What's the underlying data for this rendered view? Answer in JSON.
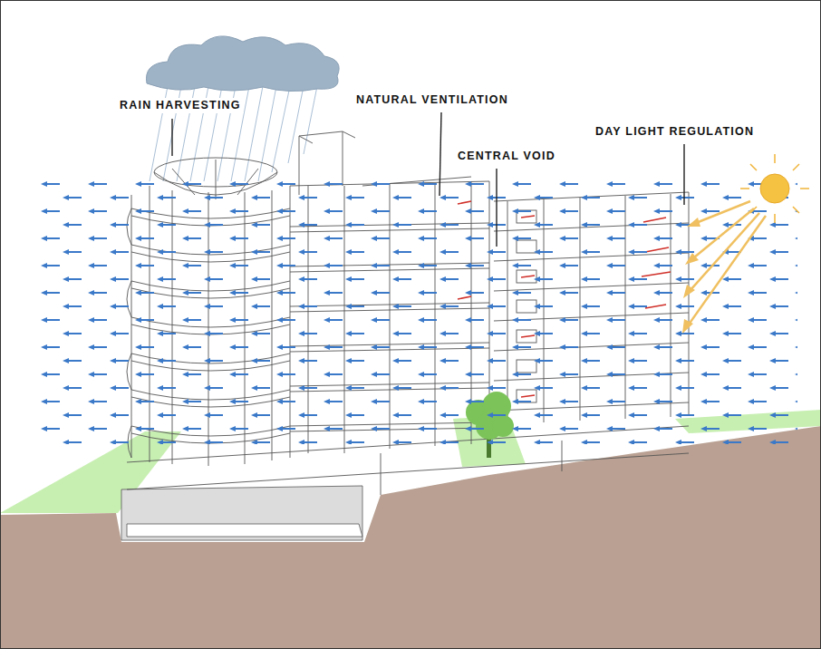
{
  "diagram": {
    "labels": [
      "RAIN HARVESTING",
      "NATURAL VENTILATION",
      "CENTRAL VOID",
      "DAY LIGHT REGULATION"
    ]
  }
}
